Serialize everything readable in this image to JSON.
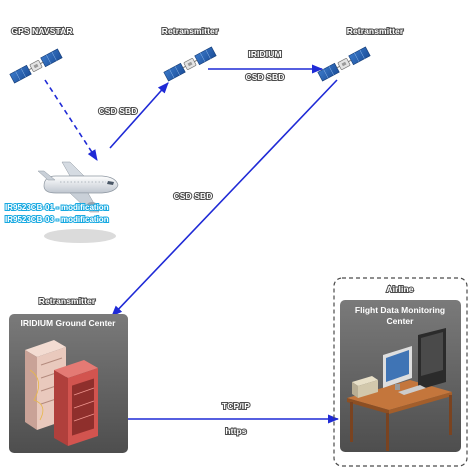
{
  "nodes": {
    "gps": {
      "label": "GPS NAVSTAR"
    },
    "retransmitter_1": {
      "label": "Retransmitter"
    },
    "retransmitter_2": {
      "label": "Retransmitter"
    },
    "retransmitter_ground": {
      "label": "Retransmitter"
    },
    "aircraft": {
      "devices": [
        "IR9523CB-01 - modification",
        "IR9523CB-03 - modification"
      ]
    },
    "ground_center": {
      "title": "IRIDIUM Ground Center"
    },
    "airline": {
      "label": "Airline",
      "center_title_line1": "Flight Data Monitoring",
      "center_title_line2": "Center"
    }
  },
  "links": {
    "aircraft_to_sat1": "CSD SBD",
    "sat1_to_sat2_top": "IRIDIUM",
    "sat1_to_sat2_bottom": "CSD SBD",
    "sat2_to_ground": "CSD SBD",
    "ground_to_airline_top": "TCP/IP",
    "ground_to_airline_bottom": "https"
  },
  "colors": {
    "link": "#1f2ad6",
    "box_fill": "#5e5e5e",
    "label_outline": "#4d4d4d",
    "device_outline": "#17a9e1"
  },
  "icons": {
    "satellite": "satellite-icon",
    "aircraft": "airplane-icon",
    "servers": "server-rack-icon",
    "workstation": "computer-desk-icon"
  }
}
